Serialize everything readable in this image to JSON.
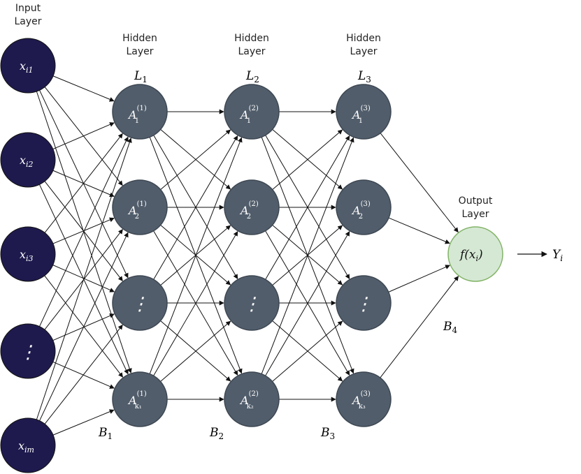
{
  "colors": {
    "input_fill": "#1e1a4d",
    "hidden_fill": "#515d6b",
    "hidden_stroke": "#3d4752",
    "output_fill": "#d5e8d4",
    "output_stroke": "#82b366",
    "edge": "#111111"
  },
  "layer_titles": {
    "input": [
      "Input",
      "Layer"
    ],
    "hidden1": [
      "Hidden",
      "Layer"
    ],
    "hidden2": [
      "Hidden",
      "Layer"
    ],
    "hidden3": [
      "Hidden",
      "Layer"
    ],
    "output": [
      "Output",
      "Layer"
    ]
  },
  "layer_symbols": {
    "l1": "1",
    "l2": "2",
    "l3": "3"
  },
  "input_nodes": [
    {
      "var": "x",
      "sub": "i1"
    },
    {
      "var": "x",
      "sub": "i2"
    },
    {
      "var": "x",
      "sub": "i3"
    },
    {
      "var": "⋮",
      "sub": ""
    },
    {
      "var": "x",
      "sub": "im"
    }
  ],
  "hidden_layers": [
    {
      "nodes": [
        {
          "base": "A",
          "sup": "(1)",
          "sub": "1"
        },
        {
          "base": "A",
          "sup": "(1)",
          "sub": "2"
        },
        {
          "base": "⋮",
          "sup": "",
          "sub": ""
        },
        {
          "base": "A",
          "sup": "(1)",
          "sub": "k₁"
        }
      ]
    },
    {
      "nodes": [
        {
          "base": "A",
          "sup": "(2)",
          "sub": "1"
        },
        {
          "base": "A",
          "sup": "(2)",
          "sub": "2"
        },
        {
          "base": "⋮",
          "sup": "",
          "sub": ""
        },
        {
          "base": "A",
          "sup": "(2)",
          "sub": "k₂"
        }
      ]
    },
    {
      "nodes": [
        {
          "base": "A",
          "sup": "(3)",
          "sub": "1"
        },
        {
          "base": "A",
          "sup": "(3)",
          "sub": "2"
        },
        {
          "base": "⋮",
          "sup": "",
          "sub": ""
        },
        {
          "base": "A",
          "sup": "(3)",
          "sub": "k₃"
        }
      ]
    }
  ],
  "output_node": {
    "fn": "f(x",
    "sub": "i",
    "close": ")"
  },
  "output_target": {
    "var": "Y",
    "sub": "i"
  },
  "bias_labels": [
    {
      "var": "B",
      "sub": "1"
    },
    {
      "var": "B",
      "sub": "2"
    },
    {
      "var": "B",
      "sub": "3"
    },
    {
      "var": "B",
      "sub": "4"
    }
  ]
}
